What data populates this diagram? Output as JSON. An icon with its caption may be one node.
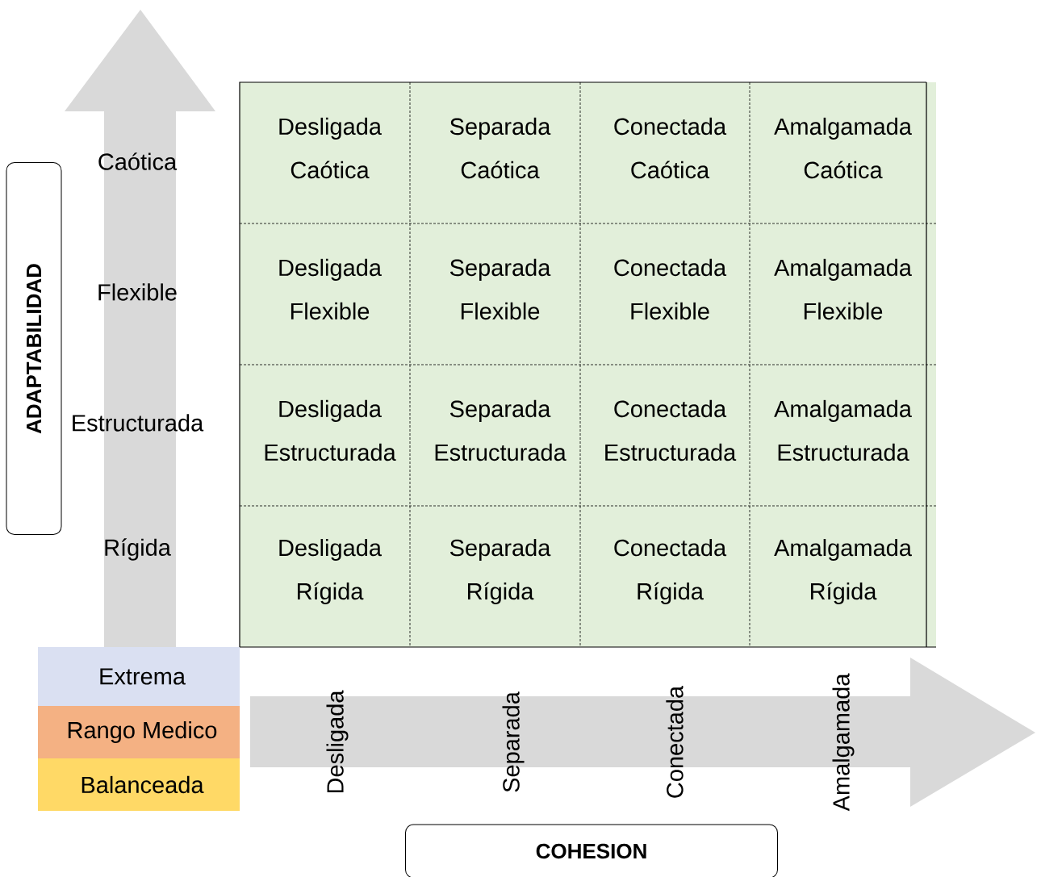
{
  "diagram": {
    "nodes": [
      {
        "text": [
          "ADAPTABILIDAD"
        ]
      },
      {
        "text": [
          "Desligada Caótica"
        ]
      },
      {
        "text": [
          "Separada Caótica"
        ]
      },
      {
        "text": [
          "Conectada Caótica"
        ]
      },
      {
        "text": [
          "Amalgamada Caótica"
        ]
      },
      {
        "text": [
          "Desligada Flexible"
        ]
      },
      {
        "text": [
          "Separada Flexible"
        ]
      },
      {
        "text": [
          "Conectada Flexible"
        ]
      },
      {
        "text": [
          "Amalgamada Flexible"
        ]
      },
      {
        "text": [
          "Desligada Estructurada"
        ]
      },
      {
        "text": [
          "Separada Estructurada"
        ]
      },
      {
        "text": [
          "Conectada Estructurada"
        ]
      },
      {
        "text": [
          "Amalgamada Estructurada"
        ]
      },
      {
        "text": [
          "Desligada Rígida"
        ]
      },
      {
        "text": [
          "Separada Rígida"
        ]
      },
      {
        "text": [
          "Conectada Rígida"
        ]
      },
      {
        "text": [
          "Amalgamada Rígida"
        ]
      },
      {
        "text": [
          "COHESION"
        ]
      }
    ],
    "labels": [
      "Caótica",
      "Flexible",
      "Estructurada",
      "Rígida",
      "Desligada",
      "Separada",
      "Conectada",
      "Amalgamada"
    ],
    "legend": [
      {
        "text": "Extrema",
        "color": "#dae0f2"
      },
      {
        "text": "Rango Medico",
        "color": "#f4b183"
      },
      {
        "text": "Balanceada",
        "color": "#ffd966"
      }
    ]
  }
}
